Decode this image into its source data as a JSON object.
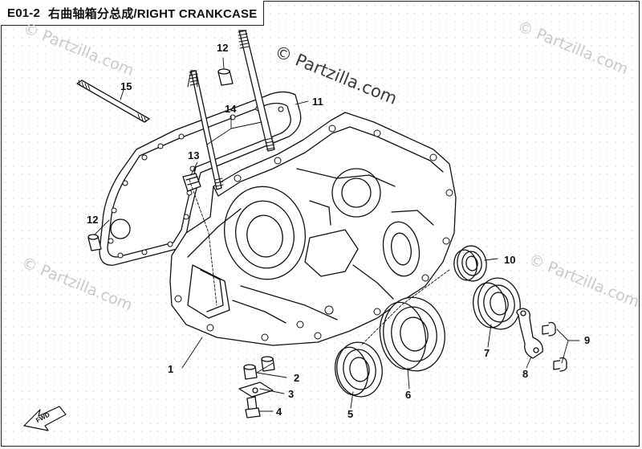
{
  "title": {
    "code": "E01-2",
    "name": "右曲轴箱分总成/RIGHT CRANKCASE"
  },
  "watermark": {
    "main": "© Partzilla.com",
    "faint": "© Partzilla.com"
  },
  "fwd_label": "FWD",
  "callouts": [
    "1",
    "2",
    "3",
    "4",
    "5",
    "6",
    "7",
    "8",
    "9",
    "10",
    "11",
    "12",
    "12",
    "13",
    "14",
    "15"
  ]
}
